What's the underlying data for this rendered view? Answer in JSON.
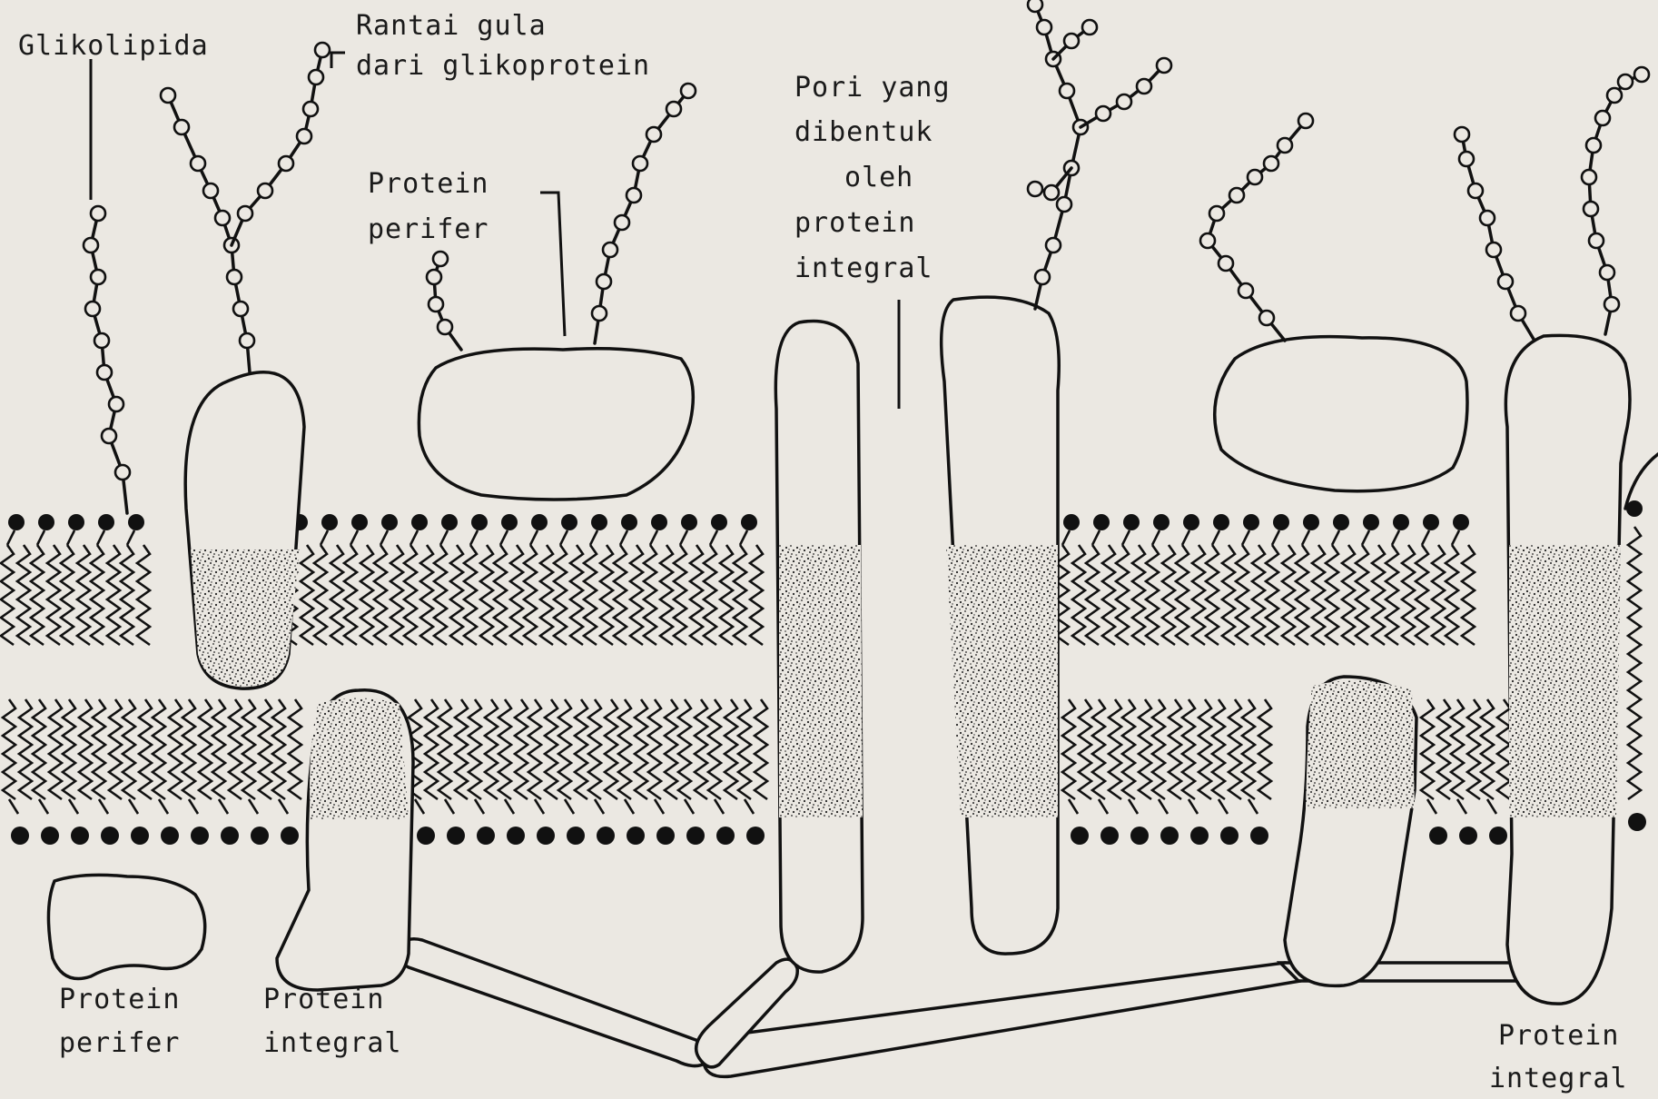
{
  "labels": {
    "glikolipida": "Glikolipida",
    "rantai_gula_1": "Rantai gula",
    "rantai_gula_2": "dari glikoprotein",
    "protein_perifer_top_1": "Protein",
    "protein_perifer_top_2": "perifer",
    "pori_1": "Pori yang",
    "pori_2": "dibentuk",
    "pori_3": "oleh",
    "pori_4": "protein",
    "pori_5": "integral",
    "protein_perifer_bottom_1": "Protein",
    "protein_perifer_bottom_2": "perifer",
    "protein_integral_bottom_1": "Protein",
    "protein_integral_bottom_2": "integral",
    "protein_integral_right_1": "Protein",
    "protein_integral_right_2": "integral"
  },
  "colors": {
    "background": "#ebe8e2",
    "ink": "#111111"
  }
}
